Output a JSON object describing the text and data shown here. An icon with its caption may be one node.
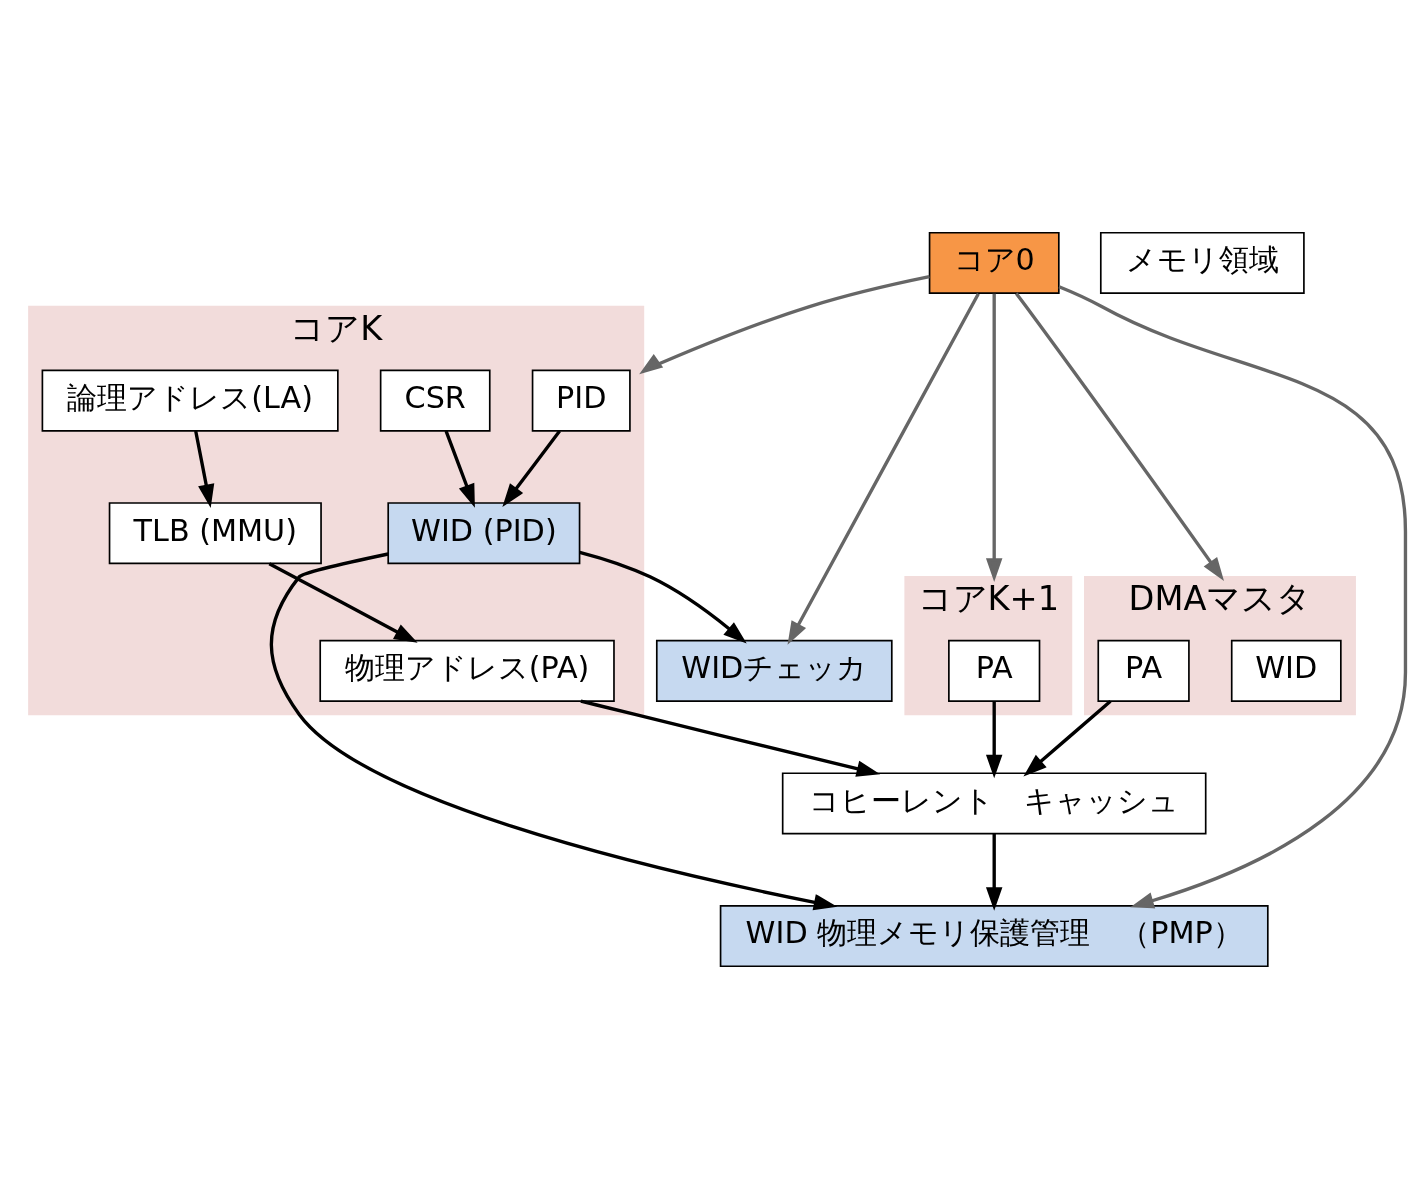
{
  "diagram": {
    "nodes": [
      {
        "text": [
          "コア0"
        ]
      },
      {
        "text": [
          "コアK"
        ]
      },
      {
        "text": [
          "PID"
        ],
        "in": 1
      },
      {
        "text": [
          "CSR"
        ],
        "in": 1
      },
      {
        "text": [
          "WID (PID)"
        ],
        "in": 1
      },
      {
        "text": [
          "論理アドレス(LA)"
        ],
        "in": 1
      },
      {
        "text": [
          "TLB (MMU)"
        ],
        "in": 1
      },
      {
        "text": [
          "物理アドレス(PA)"
        ],
        "in": 1
      },
      {
        "text": [
          "コアK+1"
        ]
      },
      {
        "text": [
          "PA"
        ],
        "in": 8
      },
      {
        "text": [
          "DMAマスタ"
        ]
      },
      {
        "text": [
          "WID"
        ],
        "in": 10
      },
      {
        "text": [
          "PA"
        ],
        "in": 10
      },
      {
        "text": [
          "WIDチェッカ"
        ]
      },
      {
        "text": [
          "コヒーレント　キャッシュ"
        ]
      },
      {
        "text": [
          "WID 物理メモリ保護管理　（PMP）"
        ]
      },
      {
        "text": [
          "メモリ領域"
        ]
      }
    ],
    "edges": [
      {
        "from": 0,
        "to": 1,
        "arrow": "to",
        "color": "#666666"
      },
      {
        "from": 0,
        "to": 8,
        "arrow": "to",
        "color": "#666666"
      },
      {
        "from": 0,
        "to": 10,
        "arrow": "to",
        "color": "#666666"
      },
      {
        "from": 0,
        "to": 13,
        "arrow": "to",
        "color": "#666666"
      },
      {
        "from": 0,
        "to": 15,
        "arrow": "to",
        "color": "#666666"
      },
      {
        "from": 2,
        "to": 4,
        "arrow": "to"
      },
      {
        "from": 3,
        "to": 4,
        "arrow": "to"
      },
      {
        "from": 5,
        "to": 6,
        "arrow": "to"
      },
      {
        "from": 6,
        "to": 7,
        "arrow": "to"
      },
      {
        "from": 4,
        "to": 13,
        "arrow": "to"
      },
      {
        "from": 4,
        "to": 15,
        "arrow": "to"
      },
      {
        "from": 7,
        "to": 14,
        "arrow": "to"
      },
      {
        "from": 9,
        "to": 14,
        "arrow": "to"
      },
      {
        "from": 12,
        "to": 14,
        "arrow": "to"
      },
      {
        "from": 14,
        "to": 15,
        "arrow": "to"
      }
    ]
  }
}
